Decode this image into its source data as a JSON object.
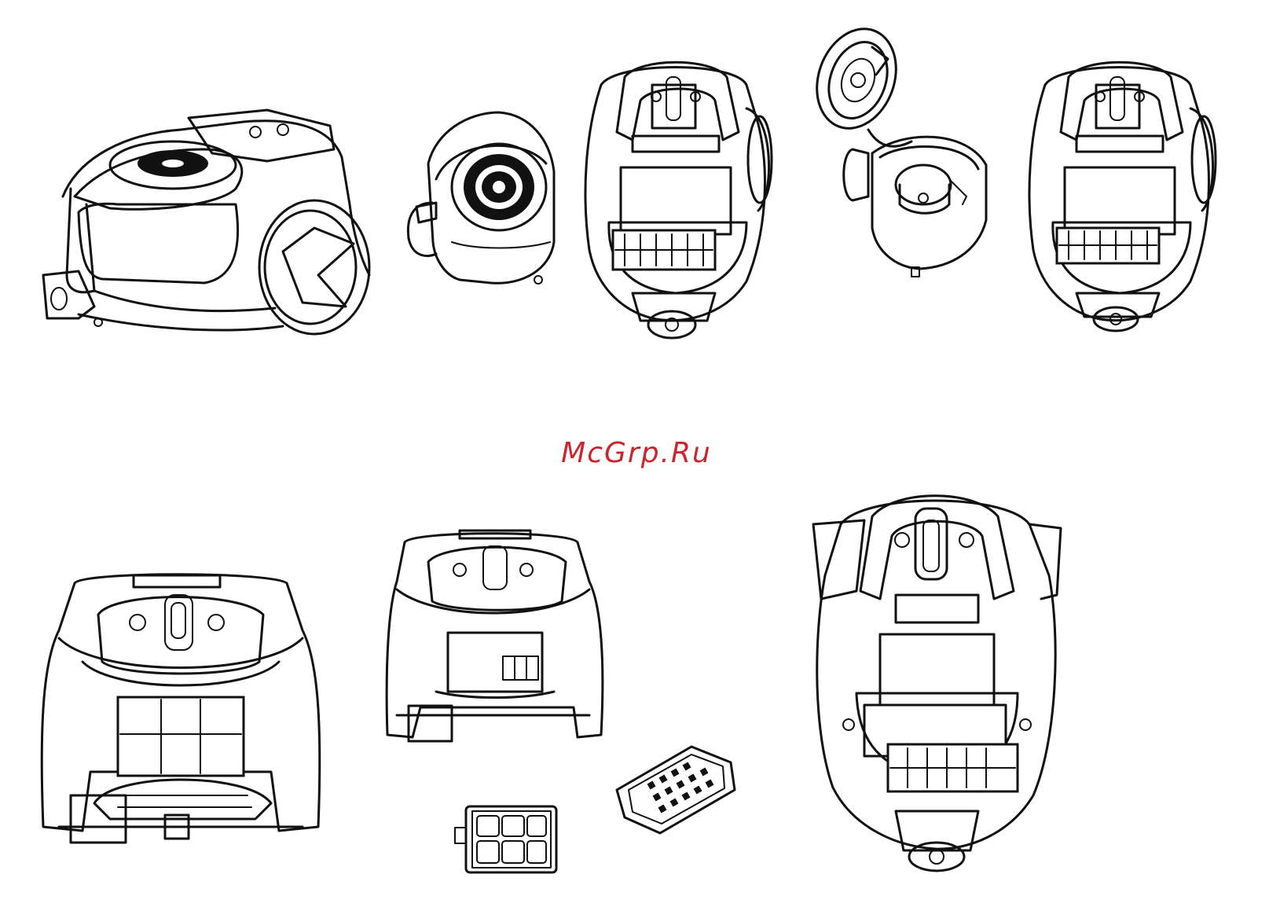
{
  "watermark": {
    "text": "McGrp.Ru",
    "color": "#c9252c"
  },
  "figures": [
    {
      "name": "vacuum-cleaner-side-view"
    },
    {
      "name": "dust-container-detached"
    },
    {
      "name": "vacuum-body-open-top-view"
    },
    {
      "name": "dust-container-lid-open"
    },
    {
      "name": "vacuum-body-open-top-view-2"
    },
    {
      "name": "vacuum-front-filter-cover-open"
    },
    {
      "name": "vacuum-front-filter-removed"
    },
    {
      "name": "exhaust-filter-cartridge"
    },
    {
      "name": "exhaust-filter-grille"
    },
    {
      "name": "vacuum-body-filter-tray-open"
    }
  ],
  "colors": {
    "line": "#111111",
    "background": "#ffffff"
  }
}
